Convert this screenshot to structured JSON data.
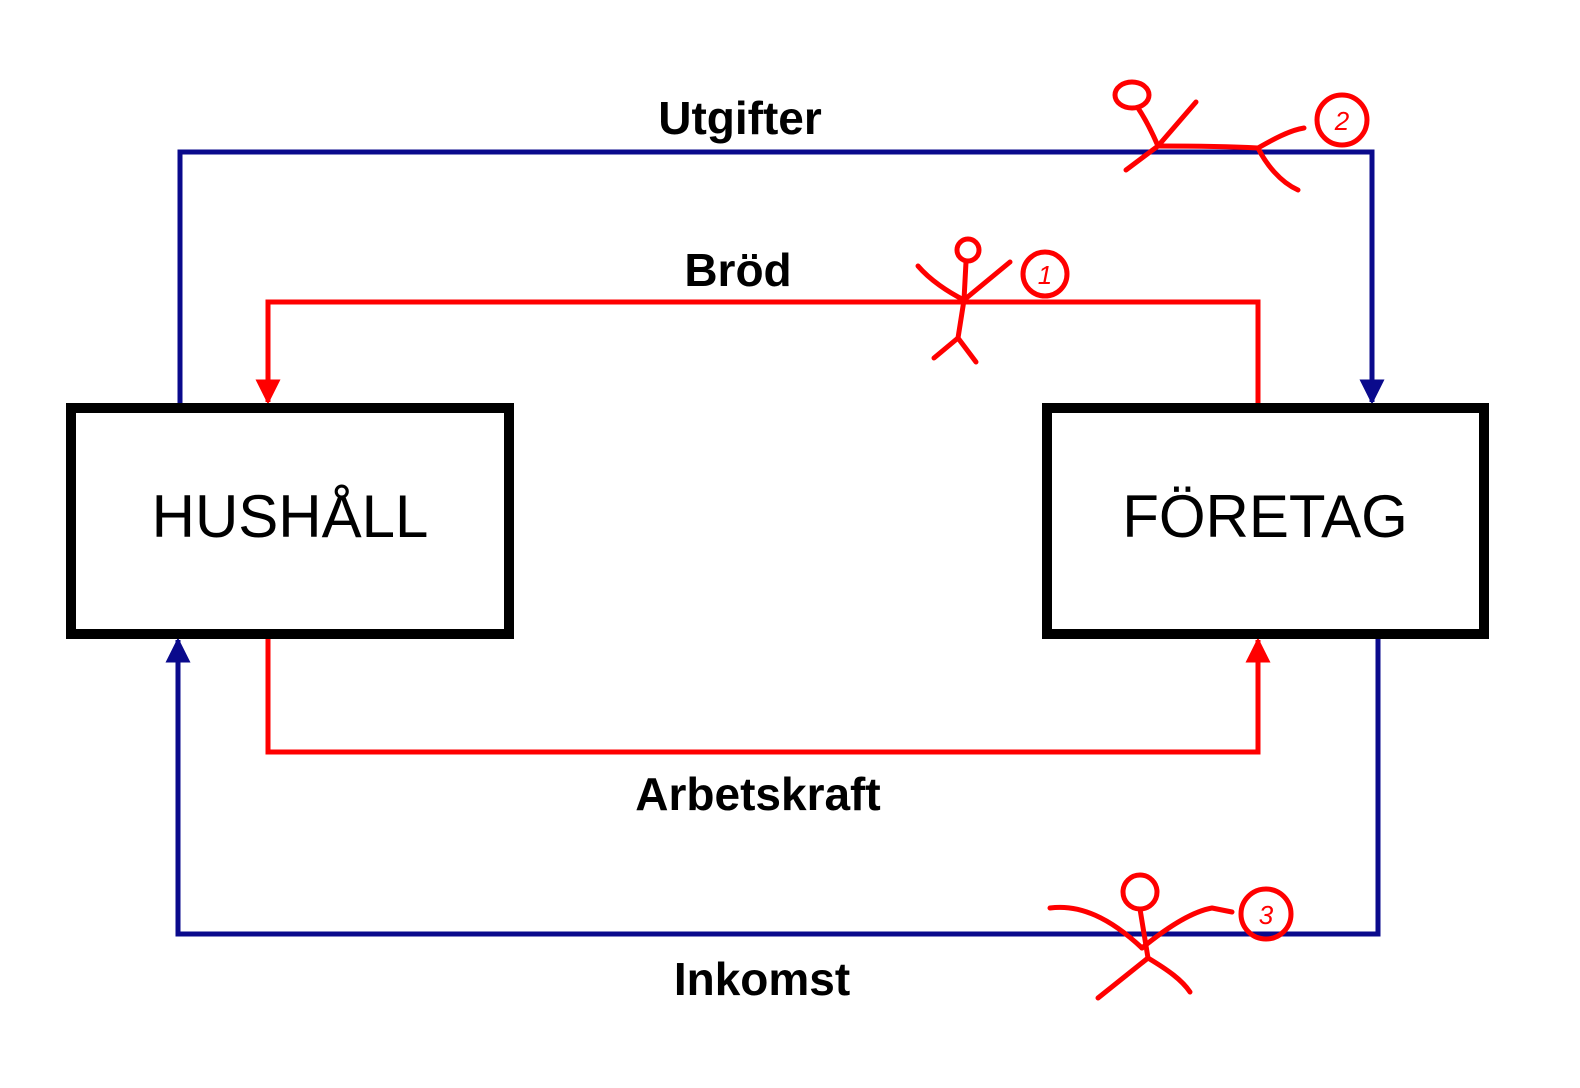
{
  "colors": {
    "money": "#0a0a8c",
    "goods": "#ff0000",
    "sketch": "#ff0000",
    "box": "#000000"
  },
  "boxes": {
    "left": "HUSHÅLL",
    "right": "FÖRETAG"
  },
  "flows": {
    "top_outer": "Utgifter",
    "top_inner": "Bröd",
    "bottom_inner": "Arbetskraft",
    "bottom_outer": "Inkomst"
  },
  "annotations": [
    {
      "number": "1"
    },
    {
      "number": "2"
    },
    {
      "number": "3"
    }
  ]
}
